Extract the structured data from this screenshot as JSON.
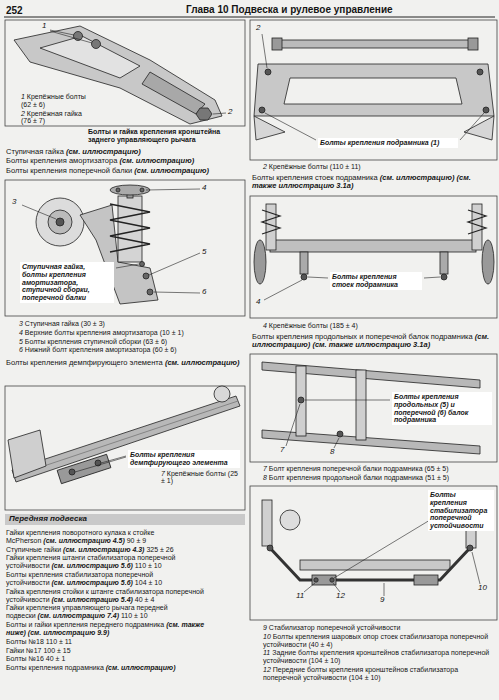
{
  "diagram": {
    "title": "Глава 10 Подвеска и рулевое управление",
    "labels": [
      "252",
      "1",
      "2",
      "1",
      "Крепёжные болты (62 ± 6)",
      "2",
      "Крепёжная гайка (76 ± 7)",
      "Болты и гайка крепления кронштейна заднего управляющего рычага",
      "Ступичная гайка",
      "(см. иллюстрацию)",
      "Болты крепления амортизатора",
      "(см. иллюстрацию)",
      "Болты крепления поперечной балки",
      "(см. иллюстрацию)",
      "3",
      "4",
      "5",
      "6",
      "Ступичная гайка, болты крепления амортизатора, ступичной сборки, поперечной балки",
      "3",
      "Ступичная гайка (30 ± 3)",
      "4",
      "Верхние болты крепления амортизатора (10 ± 1)",
      "5",
      "Болты крепления ступичной сборки (63 ± 6)",
      "6",
      "Нижний болт крепления амортизатора (60 ± 6)",
      "Болты крепления демпфирующего элемента",
      "(см. иллюстрацию)",
      "Болты крепления демпфирующего элемента",
      "7",
      "Крепёжные болты (25 ± 1)",
      "Передняя подвеска",
      "Гайки крепления поворотного кулака к стойке McPherson",
      "(см. иллюстрацию 4.5)",
      "90 ± 9",
      "Ступичные гайки",
      "(см. иллюстрацию 4.3)",
      "325 ± 26",
      "Гайки крепления штанги стабилизатора поперечной устойчивости",
      "(см. иллюстрацию 5.6)",
      "110 ± 10",
      "Болты крепления стабилизатора поперечной устойчивости",
      "(см. иллюстрацию 5.6)",
      "104 ± 10",
      "Гайка крепления стойки к штанге стабилизатора поперечной устойчивости",
      "(см. иллюстрацию 5.4)",
      "40 ± 4",
      "Гайки крепления управляющего рычага передней подвески",
      "(см. иллюстрацию 7.4)",
      "110 ± 10",
      "Болты и гайки крепления переднего подрамника",
      "(см. также ниже)",
      "(см. иллюстрацию 9.9)",
      "Болты №18",
      "110 ± 11",
      "Гайки №17",
      "100 ± 15",
      "Болты №16",
      "40 ± 1",
      "Болты крепления подрамника",
      "(см. иллюстрацию)",
      "Болты крепления подрамника (1)",
      "2",
      "2",
      "Крепёжные болты (110 ± 11)",
      "Болты крепления стоек подрамника",
      "(см. иллюстрацию)",
      "(см. также иллюстрацию 3.1а)",
      "Болты крепления стоек подрамника",
      "4",
      "4",
      "Крепёжные болты (185 ± 4)",
      "Болты крепления продольных и поперечной балок подрамника",
      "(см. иллюстрацию)",
      "(см. также иллюстрацию 3.1а)",
      "Болты крепления продольных (5) и поперечной (6) балок подрамника",
      "7",
      "8",
      "7",
      "Болт крепления поперечной балки подрамника (65 ± 5)",
      "8",
      "Болт крепления продольной балки подрамника (51 ± 5)",
      "Болты крепления стабилизатора поперечной устойчивости",
      "11",
      "12",
      "10",
      "9",
      "9",
      "Стабилизатор поперечной устойчивости",
      "10",
      "Болты крепления шаровых опор стоек стабилизатора поперечной устойчивости (40 ± 4)",
      "11",
      "Задние болты крепления кронштейнов стабилизатора поперечной устойчивости (104 ± 10)",
      "12",
      "Передние болты крепления кронштейнов стабилизатора поперечной устойчивости (104 ± 10)"
    ]
  }
}
